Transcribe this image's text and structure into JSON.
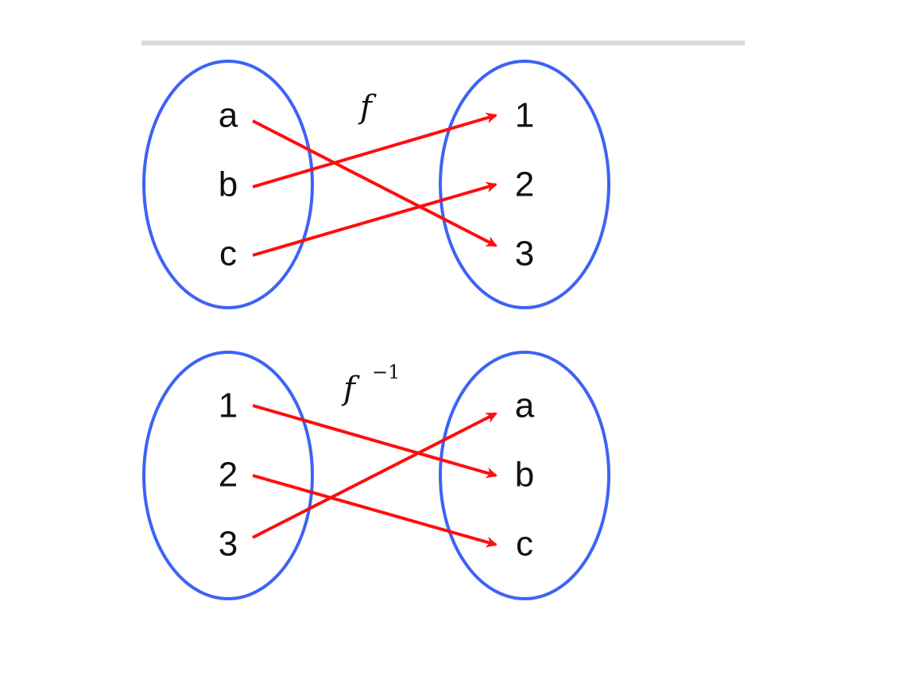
{
  "colors": {
    "set_outline": "#3d63f5",
    "arrow": "#ff0d0d",
    "divider": "#d9d9d9"
  },
  "mapping_f": {
    "label": "f",
    "domain": [
      "a",
      "b",
      "c"
    ],
    "codomain": [
      "1",
      "2",
      "3"
    ],
    "arrows": [
      {
        "from": "a",
        "to": "3"
      },
      {
        "from": "b",
        "to": "1"
      },
      {
        "from": "c",
        "to": "2"
      }
    ]
  },
  "mapping_f_inverse": {
    "label": "f",
    "superscript": "−1",
    "domain": [
      "1",
      "2",
      "3"
    ],
    "codomain": [
      "a",
      "b",
      "c"
    ],
    "arrows": [
      {
        "from": "1",
        "to": "b"
      },
      {
        "from": "2",
        "to": "c"
      },
      {
        "from": "3",
        "to": "a"
      }
    ]
  }
}
